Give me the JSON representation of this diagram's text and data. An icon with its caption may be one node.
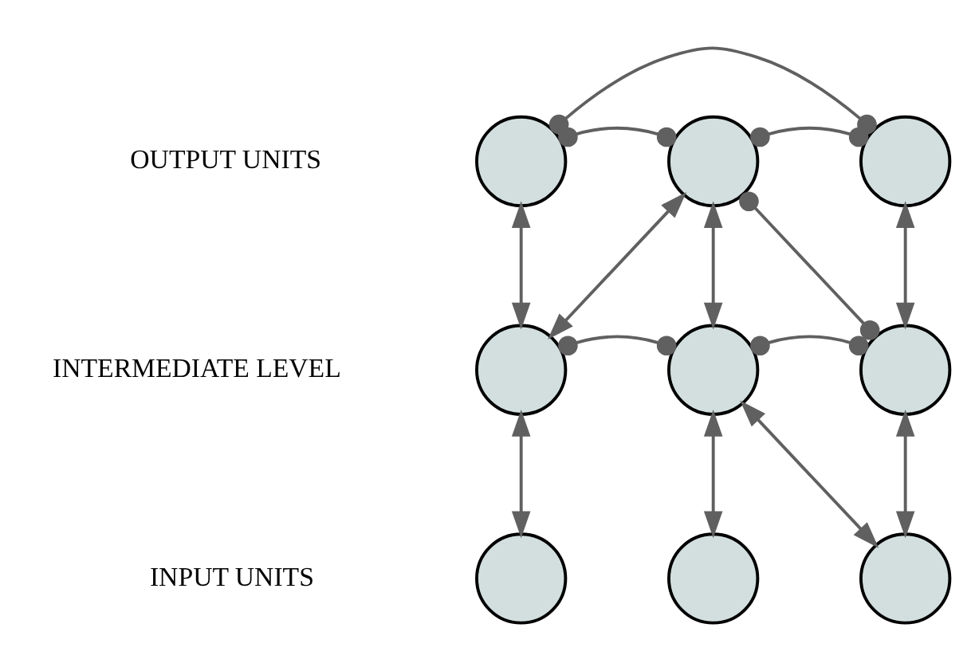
{
  "diagram": {
    "nodes": [
      {
        "text": [],
        "shape": "circle"
      },
      {
        "text": [],
        "shape": "circle"
      },
      {
        "text": [],
        "shape": "circle"
      },
      {
        "text": [],
        "shape": "circle"
      },
      {
        "text": [],
        "shape": "circle"
      },
      {
        "text": [],
        "shape": "circle"
      },
      {
        "text": [],
        "shape": "circle"
      },
      {
        "text": [],
        "shape": "circle"
      },
      {
        "text": [],
        "shape": "circle"
      }
    ],
    "edges": [
      {
        "from": 0,
        "to": 2,
        "arrow": "other"
      },
      {
        "from": 0,
        "to": 1,
        "arrow": "other"
      },
      {
        "from": 1,
        "to": 2,
        "arrow": "other"
      },
      {
        "from": 0,
        "to": 3,
        "arrow": "both"
      },
      {
        "from": 1,
        "to": 3,
        "arrow": "both"
      },
      {
        "from": 1,
        "to": 4,
        "arrow": "both"
      },
      {
        "from": 1,
        "to": 5,
        "arrow": "other"
      },
      {
        "from": 2,
        "to": 5,
        "arrow": "both"
      },
      {
        "from": 3,
        "to": 4,
        "arrow": "other"
      },
      {
        "from": 4,
        "to": 5,
        "arrow": "other"
      },
      {
        "from": 3,
        "to": 6,
        "arrow": "both"
      },
      {
        "from": 4,
        "to": 7,
        "arrow": "both"
      },
      {
        "from": 4,
        "to": 8,
        "arrow": "both"
      },
      {
        "from": 5,
        "to": 8,
        "arrow": "both"
      }
    ],
    "labels": [
      "OUTPUT UNITS",
      "INTERMEDIATE LEVEL",
      "INPUT UNITS"
    ]
  }
}
